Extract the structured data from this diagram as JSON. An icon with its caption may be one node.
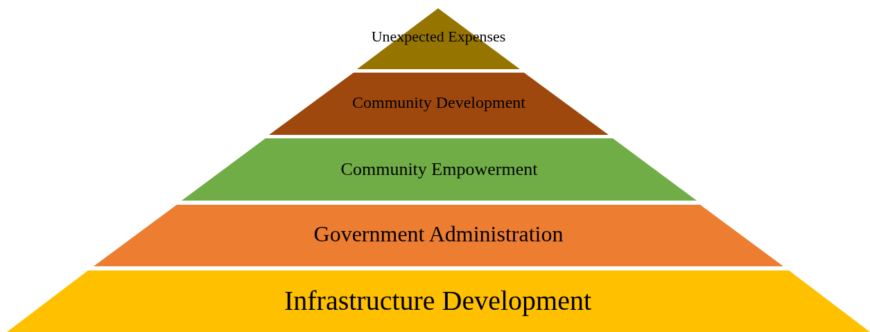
{
  "diagram": {
    "nodes": [
      {
        "text": [
          "Unexpected Expenses"
        ]
      },
      {
        "text": [
          "Community Development"
        ]
      },
      {
        "text": [
          "Community Empowerment"
        ]
      },
      {
        "text": [
          "Government Administration"
        ]
      },
      {
        "text": [
          "Infrastructure Development"
        ]
      }
    ]
  }
}
